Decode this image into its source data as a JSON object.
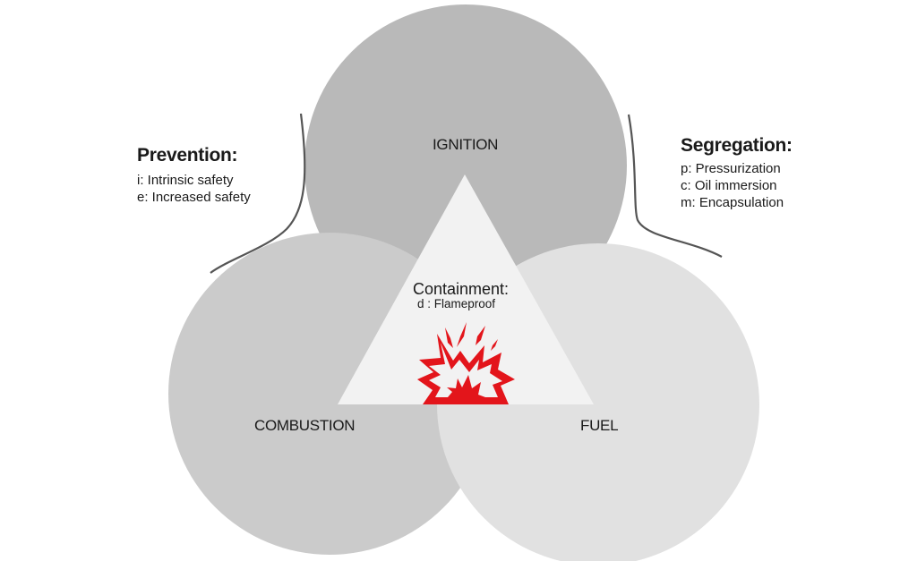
{
  "circles": {
    "ignition": "IGNITION",
    "combustion": "COMBUSTION",
    "fuel": "FUEL"
  },
  "prevention": {
    "title": "Prevention:",
    "items": [
      "i: Intrinsic safety",
      "e: Increased safety"
    ]
  },
  "segregation": {
    "title": "Segregation:",
    "items": [
      "p: Pressurization",
      "c: Oil immersion",
      "m: Encapsulation"
    ]
  },
  "containment": {
    "title": "Containment:",
    "subtitle": "d : Flameproof"
  },
  "colors": {
    "ignition_circle": "#b9b9b9",
    "combustion_circle": "#cbcbcb",
    "fuel_circle": "#e1e1e1",
    "triangle": "#f2f2f2",
    "bracket": "#555555",
    "explosion": "#e3151b"
  },
  "icons": {
    "explosion": "explosion-icon"
  }
}
